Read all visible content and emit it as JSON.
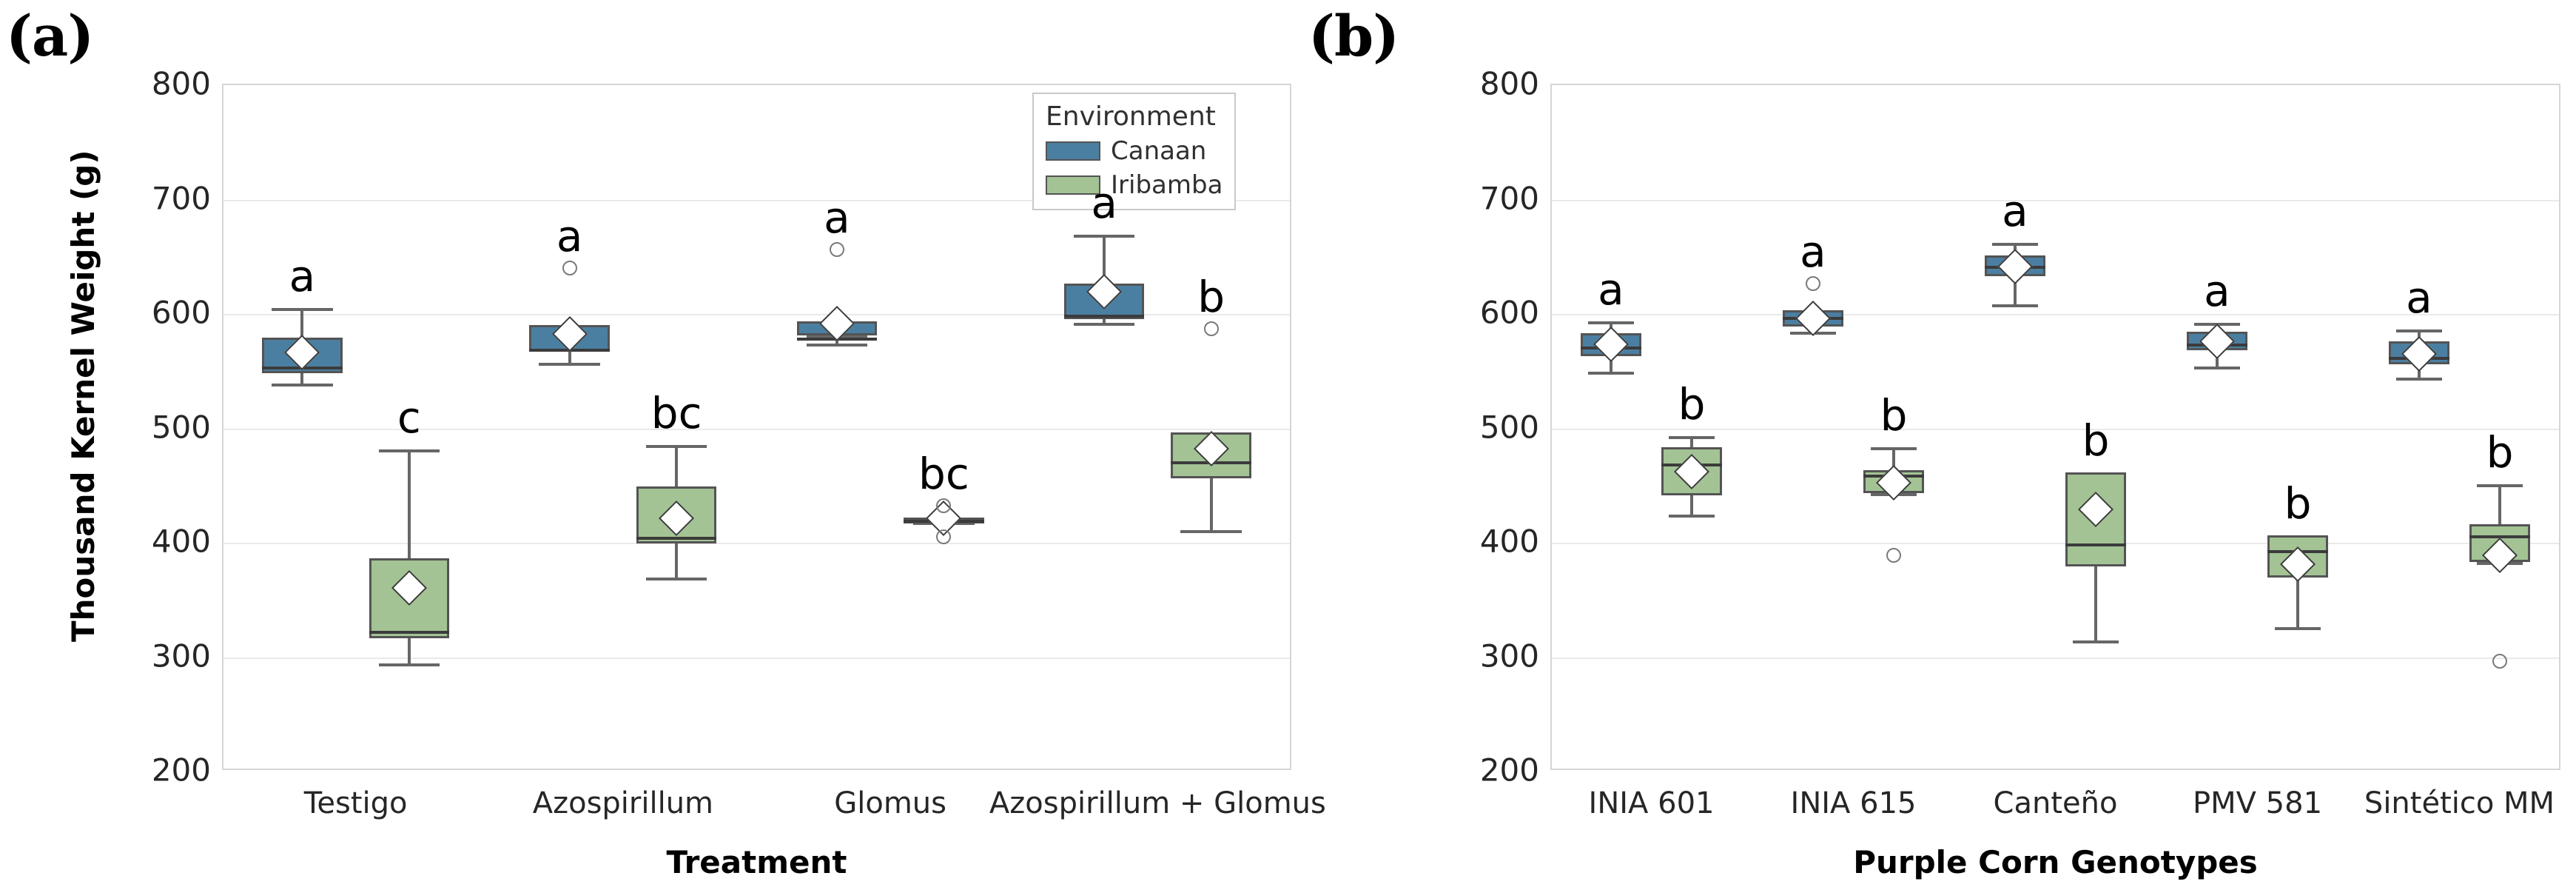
{
  "figure": {
    "panel_a_tag": "(a)",
    "panel_b_tag": "(b)"
  },
  "legend": {
    "title": "Environment",
    "entries": [
      {
        "label": "Canaan",
        "color": "#4B7FA1"
      },
      {
        "label": "Iribamba",
        "color": "#A3C394"
      }
    ]
  },
  "colors": {
    "canaan": "#4B7FA1",
    "iribamba": "#A3C394",
    "box_edge": "#545454",
    "grid": "#eaeaea"
  },
  "chart_data": [
    {
      "type": "box",
      "panel": "(a)",
      "title": "",
      "xlabel": "Treatment",
      "ylabel": "Thousand Kernel Weight (g)",
      "ylim": [
        200,
        800
      ],
      "yticks": [
        200,
        300,
        400,
        500,
        600,
        700,
        800
      ],
      "grid": true,
      "legend_position": "upper right",
      "categories": [
        "Testigo",
        "Azospirillum",
        "Glomus",
        "Azospirillum + Glomus"
      ],
      "series": [
        {
          "name": "Canaan",
          "color": "#4B7FA1",
          "boxes": [
            {
              "category": "Testigo",
              "whisker_low": 538,
              "q1": 547,
              "median": 553,
              "q3": 578,
              "whisker_high": 604,
              "mean": 565,
              "fliers": [],
              "sig": "a"
            },
            {
              "category": "Azospirillum",
              "whisker_low": 556,
              "q1": 566,
              "median": 568,
              "q3": 589,
              "whisker_high": 589,
              "mean": 581,
              "fliers": [
                639
              ],
              "sig": "a"
            },
            {
              "category": "Glomus",
              "whisker_low": 573,
              "q1": 580,
              "median": 578,
              "q3": 592,
              "whisker_high": 580,
              "mean": 590,
              "fliers": [
                655
              ],
              "sig": "a"
            },
            {
              "category": "Azospirillum + Glomus",
              "whisker_low": 591,
              "q1": 594,
              "median": 598,
              "q3": 625,
              "whisker_high": 668,
              "mean": 618,
              "fliers": [],
              "sig": "a"
            }
          ]
        },
        {
          "name": "Iribamba",
          "color": "#A3C394",
          "boxes": [
            {
              "category": "Testigo",
              "whisker_low": 293,
              "q1": 315,
              "median": 322,
              "q3": 385,
              "whisker_high": 480,
              "mean": 359,
              "fliers": [],
              "sig": "c"
            },
            {
              "category": "Azospirillum",
              "whisker_low": 368,
              "q1": 398,
              "median": 404,
              "q3": 448,
              "whisker_high": 484,
              "mean": 420,
              "fliers": [],
              "sig": "bc"
            },
            {
              "category": "Glomus",
              "whisker_low": 417,
              "q1": 417,
              "median": 419,
              "q3": 421,
              "whisker_high": 421,
              "mean": 420,
              "fliers": [
                431,
                404
              ],
              "sig": "bc"
            },
            {
              "category": "Azospirillum + Glomus",
              "whisker_low": 410,
              "q1": 455,
              "median": 470,
              "q3": 495,
              "whisker_high": 495,
              "mean": 481,
              "fliers": [
                586
              ],
              "sig": "b"
            }
          ]
        }
      ]
    },
    {
      "type": "box",
      "panel": "(b)",
      "title": "",
      "xlabel": "Purple Corn Genotypes",
      "ylabel": "",
      "ylim": [
        200,
        800
      ],
      "yticks": [
        200,
        300,
        400,
        500,
        600,
        700,
        800
      ],
      "grid": true,
      "legend_position": "none",
      "categories": [
        "INIA 601",
        "INIA 615",
        "Canteño",
        "PMV 581",
        "Sintético MM"
      ],
      "series": [
        {
          "name": "Canaan",
          "color": "#4B7FA1",
          "boxes": [
            {
              "category": "INIA 601",
              "whisker_low": 548,
              "q1": 562,
              "median": 570,
              "q3": 582,
              "whisker_high": 592,
              "mean": 572,
              "fliers": [],
              "sig": "a"
            },
            {
              "category": "INIA 615",
              "whisker_low": 583,
              "q1": 588,
              "median": 596,
              "q3": 602,
              "whisker_high": 602,
              "mean": 595,
              "fliers": [
                625
              ],
              "sig": "a"
            },
            {
              "category": "Canteño",
              "whisker_low": 607,
              "q1": 632,
              "median": 641,
              "q3": 650,
              "whisker_high": 661,
              "mean": 640,
              "fliers": [],
              "sig": "a"
            },
            {
              "category": "PMV 581",
              "whisker_low": 553,
              "q1": 567,
              "median": 573,
              "q3": 583,
              "whisker_high": 591,
              "mean": 575,
              "fliers": [],
              "sig": "a"
            },
            {
              "category": "Sintético MM",
              "whisker_low": 543,
              "q1": 555,
              "median": 561,
              "q3": 575,
              "whisker_high": 585,
              "mean": 564,
              "fliers": [],
              "sig": "a"
            }
          ]
        },
        {
          "name": "Iribamba",
          "color": "#A3C394",
          "boxes": [
            {
              "category": "INIA 601",
              "whisker_low": 423,
              "q1": 440,
              "median": 468,
              "q3": 482,
              "whisker_high": 492,
              "mean": 461,
              "fliers": [],
              "sig": "b"
            },
            {
              "category": "INIA 615",
              "whisker_low": 442,
              "q1": 442,
              "median": 458,
              "q3": 462,
              "whisker_high": 482,
              "mean": 451,
              "fliers": [
                388
              ],
              "sig": "b"
            },
            {
              "category": "Canteño",
              "whisker_low": 313,
              "q1": 378,
              "median": 398,
              "q3": 460,
              "whisker_high": 460,
              "mean": 428,
              "fliers": [],
              "sig": "b"
            },
            {
              "category": "PMV 581",
              "whisker_low": 325,
              "q1": 368,
              "median": 392,
              "q3": 405,
              "whisker_high": 405,
              "mean": 380,
              "fliers": [],
              "sig": "b"
            },
            {
              "category": "Sintético MM",
              "whisker_low": 382,
              "q1": 382,
              "median": 405,
              "q3": 415,
              "whisker_high": 450,
              "mean": 388,
              "fliers": [
                295
              ],
              "sig": "b"
            }
          ]
        }
      ]
    }
  ]
}
